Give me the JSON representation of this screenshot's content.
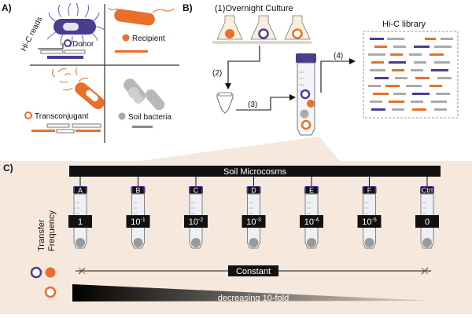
{
  "panel_a": {
    "letter": "A)",
    "hic_reads": "Hi-C reads",
    "donor": "Donor",
    "recipient": "Recipient",
    "transconjugant": "Transconjugant",
    "soil_bacteria": "Soil bacteria"
  },
  "panel_b": {
    "letter": "B)",
    "overnight_culture": "(1)Overnight Culture",
    "step2": "(2)",
    "step3": "(3)",
    "step4": "(4)",
    "hic_library": "Hi-C library"
  },
  "panel_c": {
    "letter": "C)",
    "banner": "Soil Microcosms",
    "transfer_frequency": "Transfer Frequency",
    "constant": "Constant",
    "decreasing": "decreasing 10-fold",
    "tubes": [
      {
        "label": "A",
        "base": "1",
        "exp": ""
      },
      {
        "label": "B",
        "base": "10",
        "exp": "-1"
      },
      {
        "label": "C",
        "base": "10",
        "exp": "-2"
      },
      {
        "label": "D",
        "base": "10",
        "exp": "-3"
      },
      {
        "label": "E",
        "base": "10",
        "exp": "-4"
      },
      {
        "label": "F",
        "base": "10",
        "exp": "-5"
      },
      {
        "label": "Ctrl",
        "base": "0",
        "exp": ""
      }
    ]
  },
  "colors": {
    "donor_purple": "#4a3d8f",
    "recipient_orange": "#e8702a",
    "soil_gray": "#a9a9a9",
    "panel_bg": "#f6e8dd"
  }
}
